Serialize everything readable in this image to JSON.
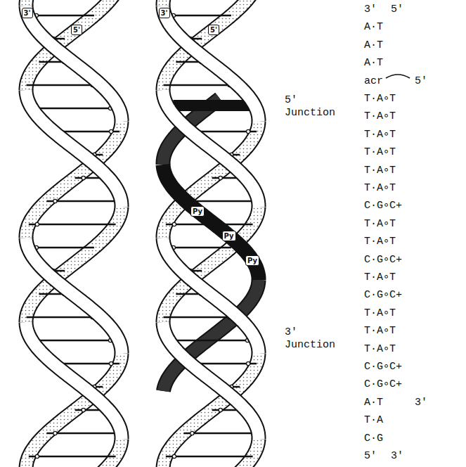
{
  "diagram": {
    "nodes": [
      {
        "text": [
          "5'"
        ]
      },
      {
        "text": [
          "3'"
        ]
      },
      {
        "text": [
          "5'"
        ]
      },
      {
        "text": [
          "3'"
        ]
      },
      {
        "text": [
          "Py"
        ]
      },
      {
        "text": [
          "Py"
        ]
      },
      {
        "text": [
          "Py"
        ]
      }
    ],
    "labels": [
      "3'",
      "5'",
      "A·T",
      "A·T",
      "A·T",
      "acr",
      "5'",
      "T·A∘T",
      "T·A∘T",
      "T·A∘T",
      "T·A∘T",
      "T·A∘T",
      "T·A∘T",
      "C·G∘C+",
      "T·A∘T",
      "T·A∘T",
      "C·G∘C+",
      "T·A∘T",
      "C·G∘C+",
      "T·A∘T",
      "T·A∘T",
      "T·A∘T",
      "C·G∘C+",
      "C·G∘C+",
      "A·T",
      "3'",
      "T·A",
      "C·G",
      "5'",
      "3'",
      "5' Junction",
      "3' Junction"
    ]
  }
}
